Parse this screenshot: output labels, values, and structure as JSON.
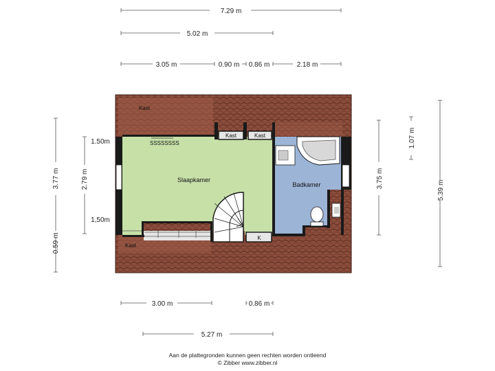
{
  "dimensions": {
    "top_total": "7.29 m",
    "top_mid": "5.02 m",
    "top_seg1": "3.05 m",
    "top_seg2": "0.90 m",
    "top_seg3": "0.86 m",
    "top_seg4": "2.18 m",
    "left_outer": "3.77 m",
    "left_lower": "0.59 m",
    "left_inner": "2.79 m",
    "left_upper_label": "1.50m",
    "left_lower_label": "1,50m",
    "right_inner": "3.75 m",
    "right_top": "1.07 m",
    "right_outer": "5.39 m",
    "bottom_seg1": "3.00 m",
    "bottom_seg2": "0.86 m",
    "bottom_total": "5.27 m"
  },
  "rooms": {
    "slaapkamer": "Slaapkamer",
    "badkamer": "Badkamer",
    "kast_top_left": "Kast",
    "kast_mid_1": "Kast",
    "kast_mid_2": "Kast",
    "kast_bottom_left": "Kast",
    "k_label": "K"
  },
  "footer": {
    "disclaimer": "Aan de plattegronden kunnen geen rechten worden ontleend",
    "copyright": "© Zibber www.zibber.nl"
  },
  "colors": {
    "roof": "#8b4d3c",
    "roof_line": "#5a2c20",
    "bedroom": "#c6e0a8",
    "bathroom": "#9cb4d6",
    "closet": "#e6e6e6",
    "wall": "#1a1a1a",
    "dimension_line": "#555555"
  }
}
